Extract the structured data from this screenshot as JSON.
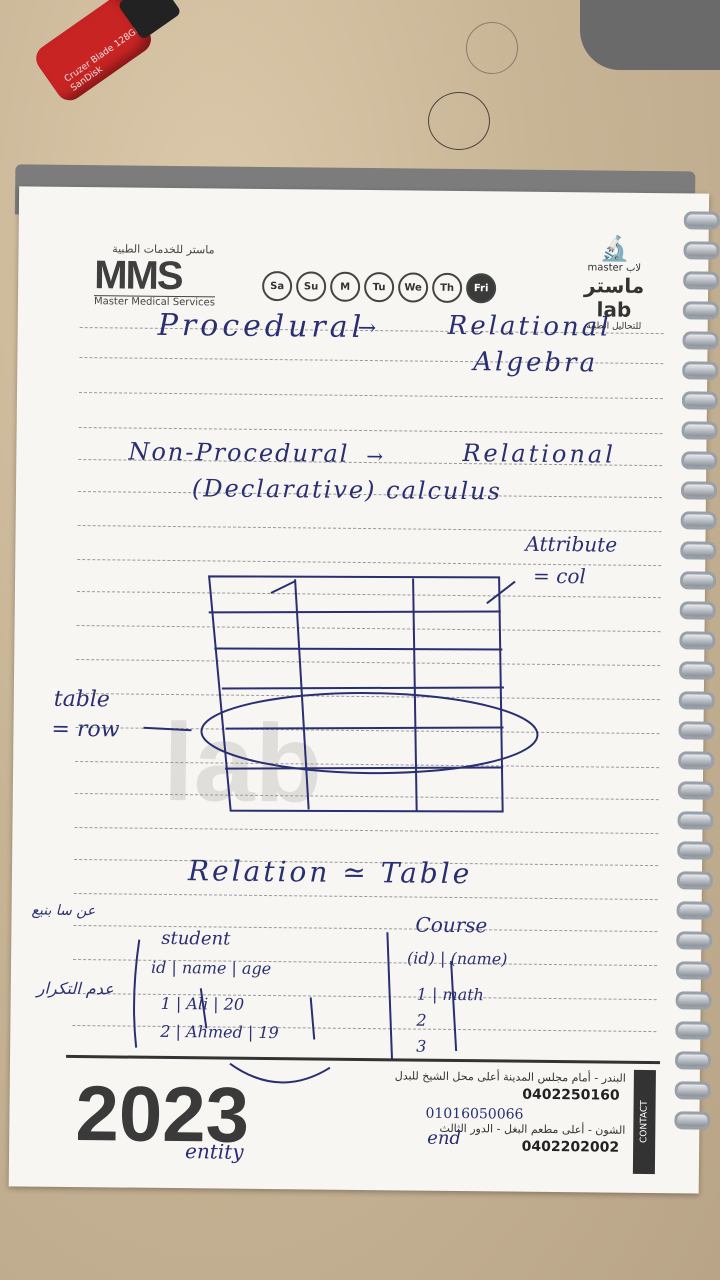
{
  "header": {
    "brand_arabic": "ماستر للخدمات الطبية",
    "brand_logo": "MMS",
    "brand_english": "Master Medical Services",
    "days": [
      "Sa",
      "Su",
      "M",
      "Tu",
      "We",
      "Th",
      "Fri"
    ],
    "lab_small": "master لاب",
    "lab_name": "ماستر lab",
    "lab_subtitle": "للتحاليل الطبية"
  },
  "usb": {
    "text_line1": "Cruzer Blade 128GB",
    "text_line2": "SanDisk"
  },
  "notes": {
    "line1a": "Procedural",
    "line1b": "Relational",
    "line1c": "Algebra",
    "line2a": "Non-Procedural",
    "line2b": "Relational",
    "line2c": "(Declarative) calculus",
    "attribute": "Attribute",
    "attribute2": "= col",
    "table_label": "table",
    "row_label": "= row",
    "relation": "Relation ≃ Table",
    "student": "student",
    "student_cols": "id | name | age",
    "student_row1": "1 | Ali | 20",
    "student_row2": "2 | Ahmed | 19",
    "course": "Course",
    "course_cols": "(id) | (name)",
    "course_row1": "1 | math",
    "course_row2": "2",
    "course_row3": "3",
    "entity": "entity",
    "ar_note1": "عن سا بنيع",
    "ar_note2": "عدم التكرار"
  },
  "footer": {
    "year": "2023",
    "contact": "CONTACT",
    "addr1": "البندر - أمام مجلس المدينة أعلى محل الشيخ للبدل",
    "phone1": "0402250160",
    "phone_mobile": "01016050066",
    "addr2": "الشون - أعلى مطعم البغل - الدور الثالث",
    "phone2": "0402202002",
    "handwritten_end": "end"
  },
  "colors": {
    "ink": "#2a2f72",
    "paper": "#f7f6f3",
    "desk": "#c9b79c"
  }
}
